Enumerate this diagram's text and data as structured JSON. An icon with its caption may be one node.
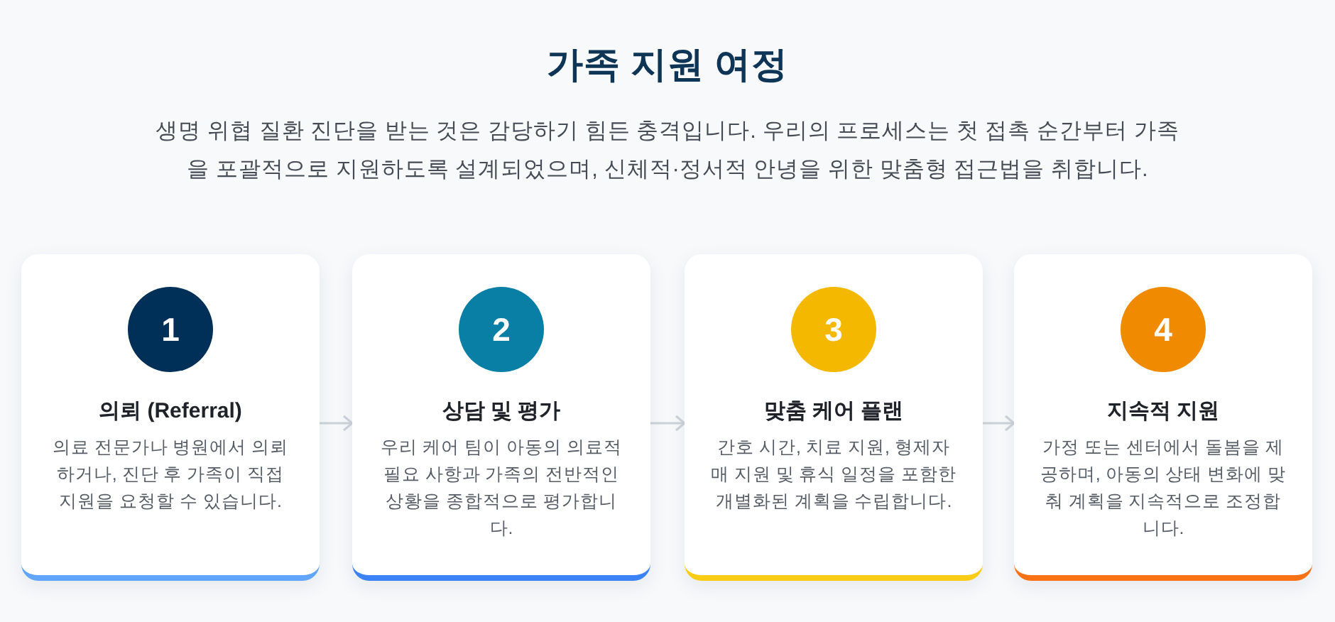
{
  "diagram": {
    "title": "가족 지원 여정",
    "nodes": [
      {
        "text": [
          "의뢰 (Referral)",
          "의료 전문가나 병원에서 의뢰하거나, 진단 후 가족이 직접 지원을 요청할 수 있습니다."
        ]
      },
      {
        "text": [
          "1"
        ],
        "in": 0
      },
      {
        "text": [
          "상담 및 평가",
          "우리 케어 팀이 아동의 의료적 필요 사항과 가족의 전반적인 상황을 종합적으로 평가합니다."
        ]
      },
      {
        "text": [
          "2"
        ],
        "in": 2
      },
      {
        "text": [
          "맞춤 케어 플랜",
          "간호 시간, 치료 지원, 형제자매 지원 및 휴식 일정을 포함한 개별화된 계획을 수립합니다."
        ]
      },
      {
        "text": [
          "3"
        ],
        "in": 4
      },
      {
        "text": [
          "지속적 지원",
          "가정 또는 센터에서 돌봄을 제공하며, 아동의 상태 변화에 맞춰 계획을 지속적으로 조정합니다."
        ]
      },
      {
        "text": [
          "4"
        ],
        "in": 6
      }
    ],
    "edges": [
      {
        "from": 0,
        "to": 2,
        "arrow": "to"
      },
      {
        "from": 2,
        "to": 4,
        "arrow": "to"
      },
      {
        "from": 4,
        "to": 6,
        "arrow": "to"
      }
    ],
    "labels": [
      "생명 위협 질환 진단을 받는 것은 감당하기 힘든 충격입니다. 우리의 프로세스는 첫 접촉 순간부터 가족을 포괄적으로 지원하도록 설계되었으며, 신체적·정서적 안녕을 위한 맞춤형 접근법을 취합니다."
    ]
  }
}
